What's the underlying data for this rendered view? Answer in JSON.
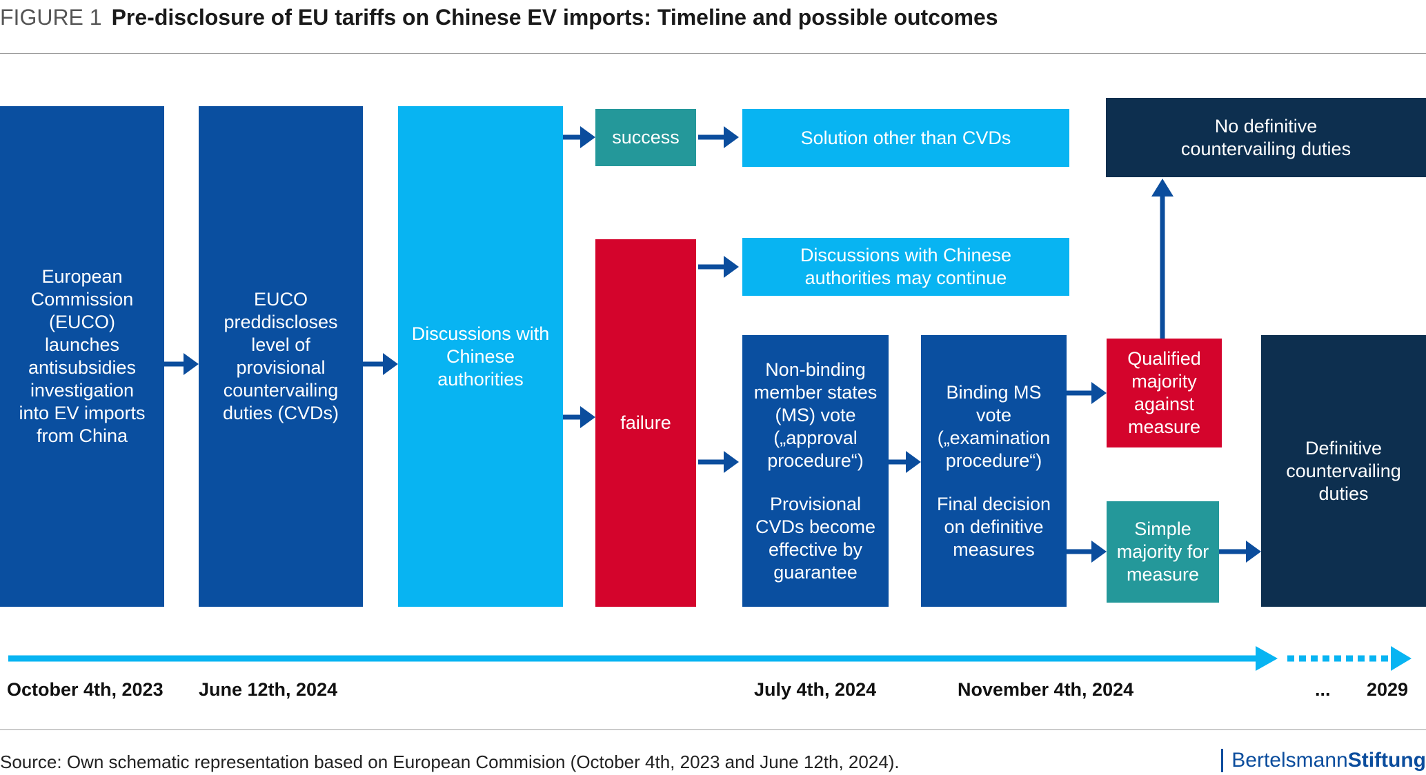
{
  "header": {
    "figure_label": "FIGURE 1",
    "title": "Pre-disclosure of EU tariffs on Chinese EV imports: Timeline and possible outcomes"
  },
  "boxes": {
    "euco_launch": "European\nCommission\n(EUCO)\nlaunches\nantisubsidies\ninvestigation\ninto EV imports\nfrom China",
    "euco_predisclose": "EUCO\npreddiscloses\nlevel of\nprovisional\ncountervailing\nduties (CVDs)",
    "discussions": "Discussions with\nChinese\nauthorities",
    "success": "success",
    "failure": "failure",
    "solution_other": "Solution other than CVDs",
    "discussions_continue": "Discussions with Chinese\nauthorities may continue",
    "nonbinding_a": "Non-binding\nmember states\n(MS) vote\n(„approval\nprocedure“)",
    "nonbinding_b": "Provisional\nCVDs become\neffective by\nguarantee",
    "binding_a": "Binding MS\nvote\n(„examination\nprocedure“)",
    "binding_b": "Final decision\non definitive\nmeasures",
    "qualified_majority": "Qualified\nmajority\nagainst\nmeasure",
    "simple_majority": "Simple\nmajority for\nmeasure",
    "no_definitive": "No definitive\ncountervailing duties",
    "definitive": "Definitive\ncountervailing\nduties"
  },
  "timeline": {
    "dates": [
      "October 4th, 2023",
      "June 12th, 2024",
      "July 4th, 2024",
      "November 4th, 2024",
      "...",
      "2029"
    ]
  },
  "footer": {
    "source": "Source: Own schematic representation based on European Commision (October 4th, 2023 and June 12th, 2024).",
    "logo_light": "Bertelsmann",
    "logo_bold": "Stiftung"
  },
  "colors": {
    "dark_blue": "#0a4fa0",
    "light_blue": "#08b4f2",
    "teal": "#24989a",
    "red": "#d4042c",
    "navy": "#0d2f4f"
  }
}
